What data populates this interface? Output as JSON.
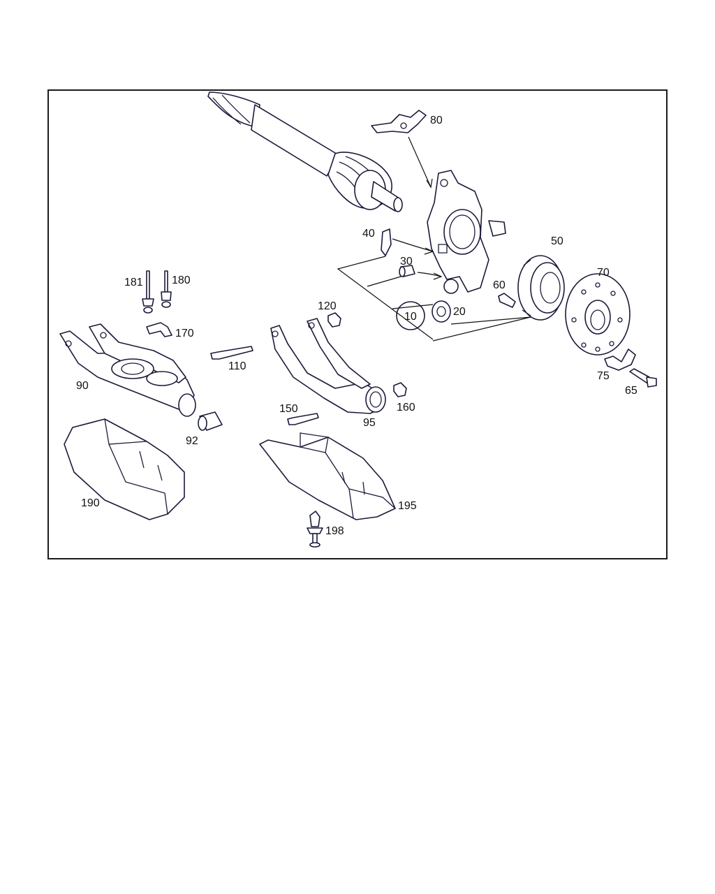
{
  "diagram": {
    "labels": {
      "p10": "10",
      "p20": "20",
      "p30": "30",
      "p40": "40",
      "p50": "50",
      "p60": "60",
      "p65": "65",
      "p70": "70",
      "p75": "75",
      "p80": "80",
      "p90": "90",
      "p92": "92",
      "p95": "95",
      "p110": "110",
      "p120": "120",
      "p150": "150",
      "p160": "160",
      "p170": "170",
      "p180": "180",
      "p181": "181",
      "p190": "190",
      "p195": "195",
      "p198": "198"
    },
    "colors": {
      "line": "#1a1a3a",
      "frame": "#1a1a1a",
      "background": "#ffffff"
    }
  }
}
